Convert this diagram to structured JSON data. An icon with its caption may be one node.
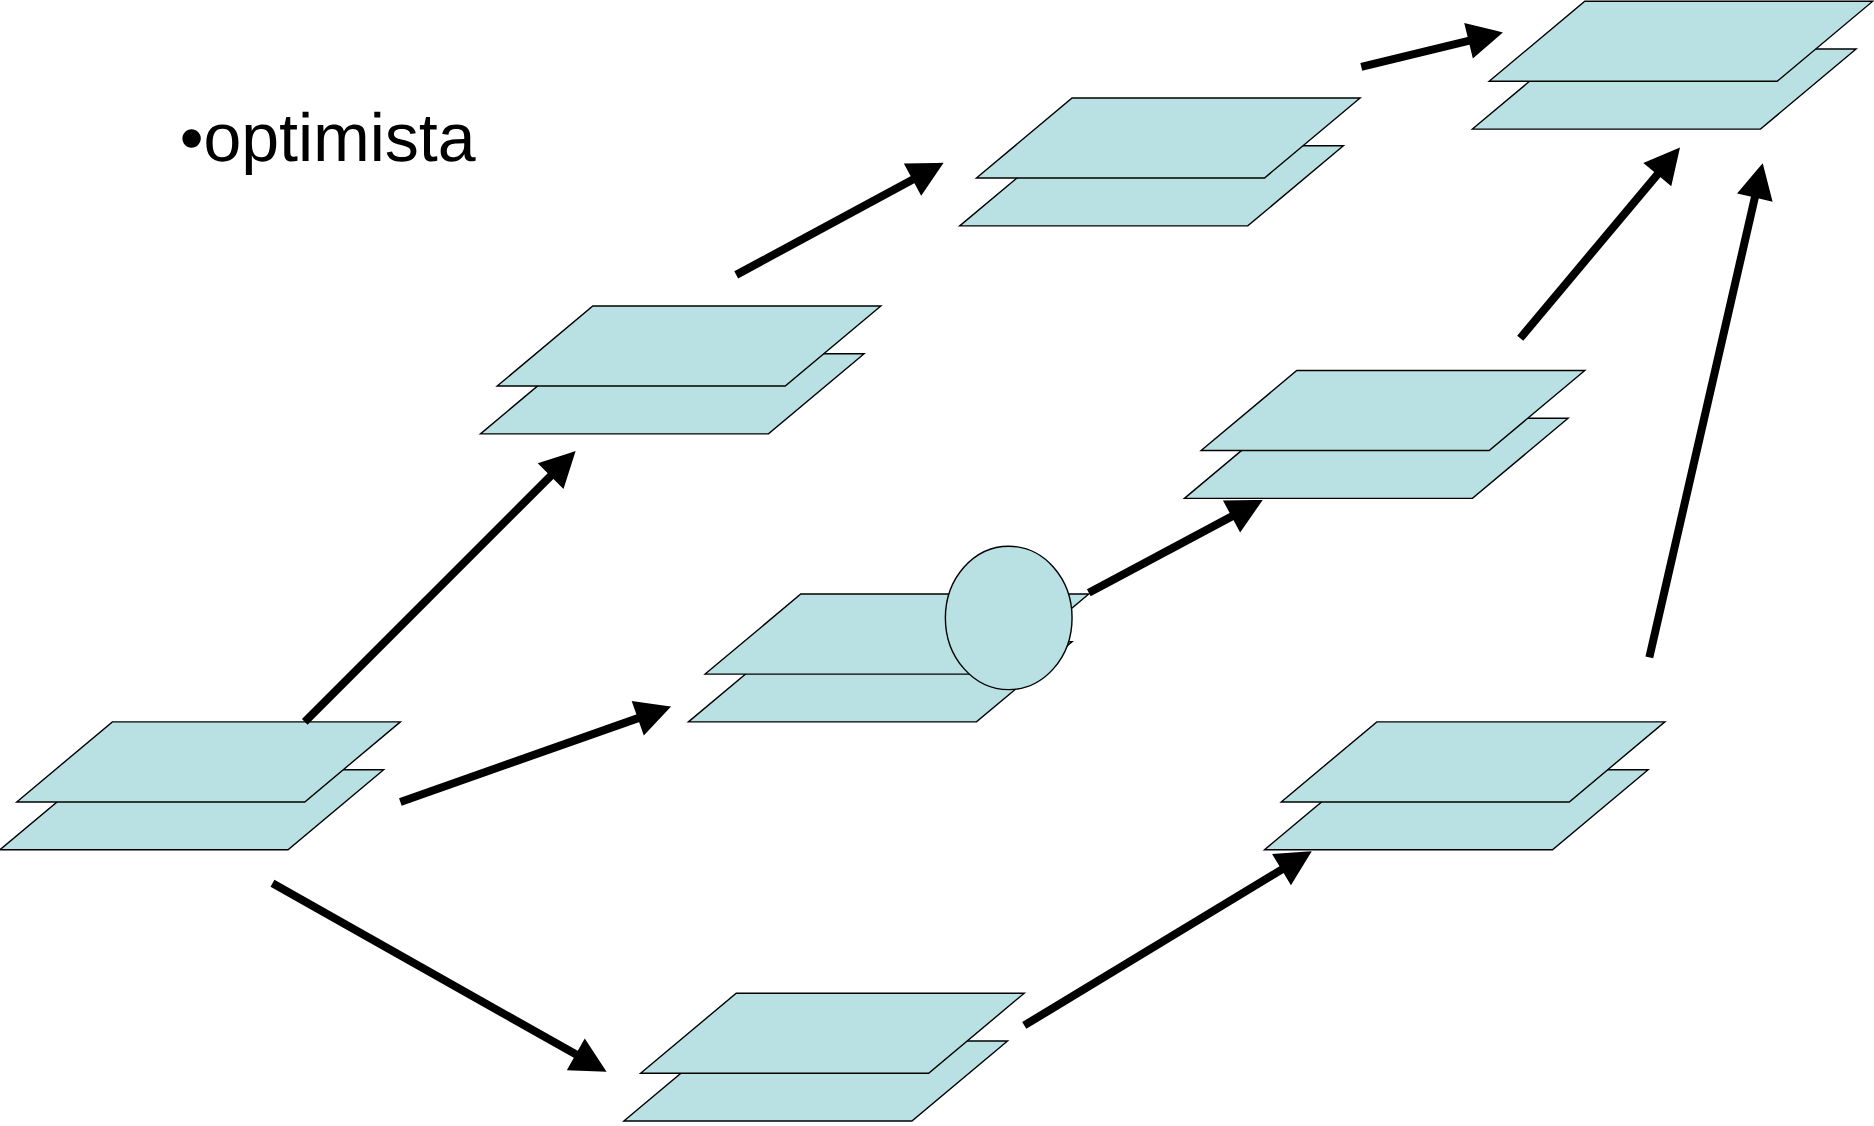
{
  "diagram": {
    "nodes": [
      {
        "text": [],
        "shape": "box"
      },
      {
        "text": [],
        "shape": "box"
      },
      {
        "text": [],
        "shape": "box"
      },
      {
        "text": [],
        "shape": "box"
      },
      {
        "text": [],
        "shape": "box"
      },
      {
        "text": [],
        "shape": "circle"
      },
      {
        "text": [],
        "shape": "box"
      },
      {
        "text": [],
        "shape": "box"
      },
      {
        "text": [],
        "shape": "box"
      }
    ],
    "edges": [
      {
        "from": 0,
        "to": 1,
        "arrow": "to"
      },
      {
        "from": 0,
        "to": 4,
        "arrow": "to"
      },
      {
        "from": 0,
        "to": 7,
        "arrow": "to"
      },
      {
        "from": 1,
        "to": 2,
        "arrow": "to"
      },
      {
        "from": 2,
        "to": 3,
        "arrow": "to"
      },
      {
        "from": 4,
        "to": 6,
        "arrow": "to"
      },
      {
        "from": 6,
        "to": 3,
        "arrow": "to"
      },
      {
        "from": 7,
        "to": 8,
        "arrow": "to"
      },
      {
        "from": 8,
        "to": 3,
        "arrow": "to"
      }
    ],
    "labels": [
      "•optimista"
    ]
  }
}
